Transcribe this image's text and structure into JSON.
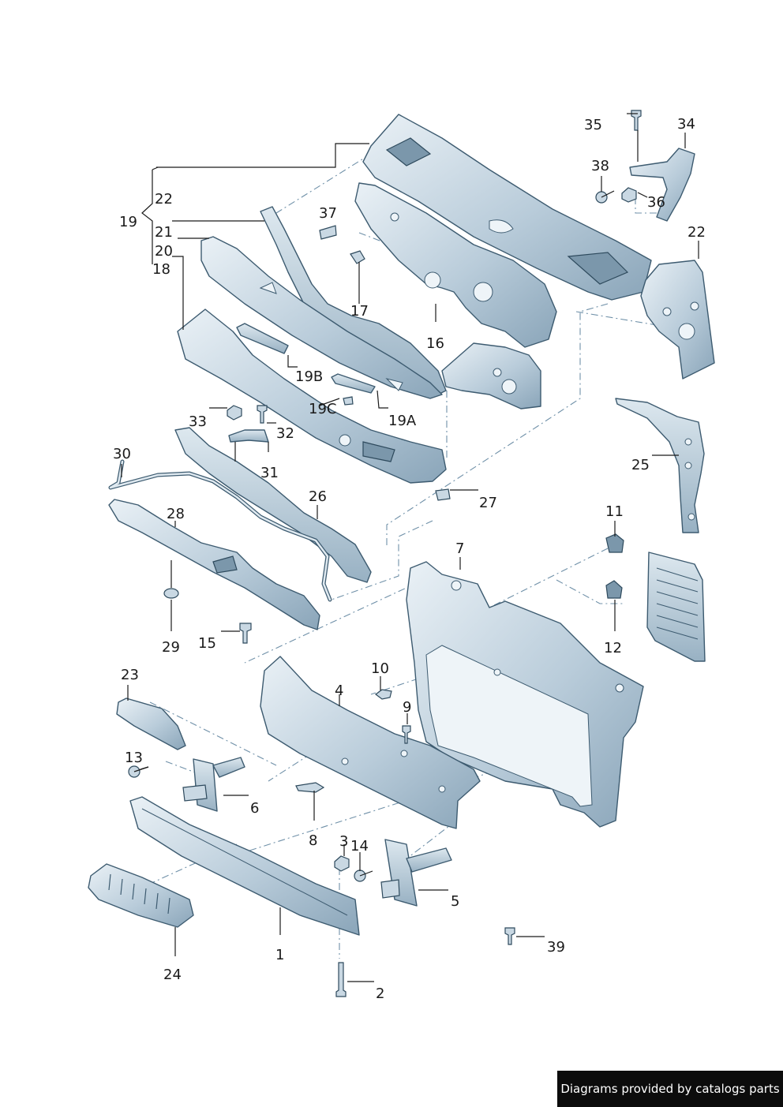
{
  "callouts": {
    "c1": "1",
    "c2": "2",
    "c3": "3",
    "c4": "4",
    "c5": "5",
    "c6": "6",
    "c7": "7",
    "c8": "8",
    "c9": "9",
    "c10": "10",
    "c11": "11",
    "c12": "12",
    "c13": "13",
    "c14": "14",
    "c15": "15",
    "c16": "16",
    "c17": "17",
    "c18": "18",
    "c19": "19",
    "c19a": "19A",
    "c19b": "19B",
    "c19c": "19C",
    "c20": "20",
    "c21": "21",
    "c22a": "22",
    "c22b": "22",
    "c23": "23",
    "c24": "24",
    "c25": "25",
    "c26": "26",
    "c27": "27",
    "c28": "28",
    "c29": "29",
    "c30": "30",
    "c31": "31",
    "c32": "32",
    "c33": "33",
    "c34": "34",
    "c35": "35",
    "c36": "36",
    "c37": "37",
    "c38": "38",
    "c39": "39"
  },
  "footer": {
    "credit": "Diagrams provided by catalogs parts"
  },
  "colors": {
    "part_light": "#dfe9f0",
    "part_mid": "#9fb7c8",
    "outline": "#3d5b70",
    "banner_bg": "#0c0c0c"
  }
}
